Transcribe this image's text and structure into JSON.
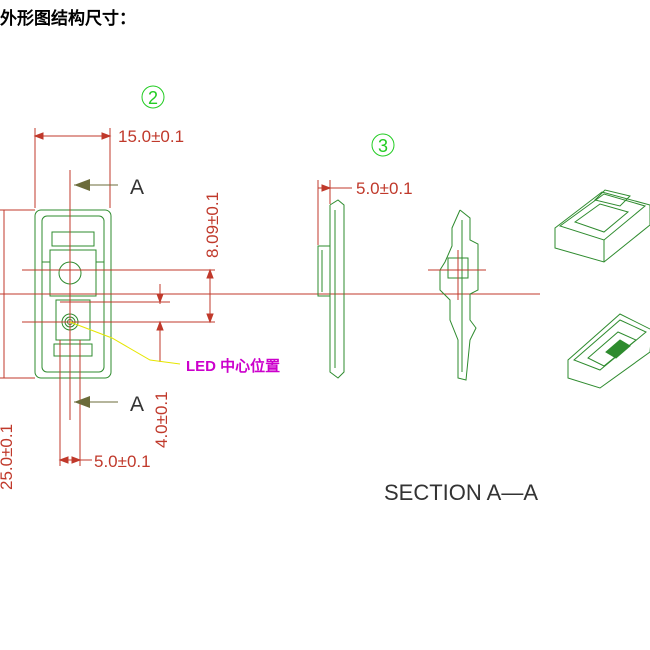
{
  "heading": "外形图结构尺寸：",
  "callouts": {
    "part2": "2",
    "part3": "3"
  },
  "dimensions": {
    "width_top": "15.0±0.1",
    "height_right": "8.09±0.1",
    "height_total": "25.0±0.1",
    "led_offset": "4.0±0.1",
    "width_bottom": "5.0±0.1",
    "side_thickness": "5.0±0.1"
  },
  "section_markers": {
    "top": "A",
    "bottom": "A"
  },
  "led_label": "LED 中心位置",
  "section_title": "SECTION A—A",
  "colors": {
    "outline": "#2e8b2e",
    "dimension": "#c0392b",
    "callout": "#22cc22",
    "leader": "#e6e600",
    "led_label": "#cc00cc",
    "section_arrow": "#6b6b3a",
    "text": "#333333"
  }
}
